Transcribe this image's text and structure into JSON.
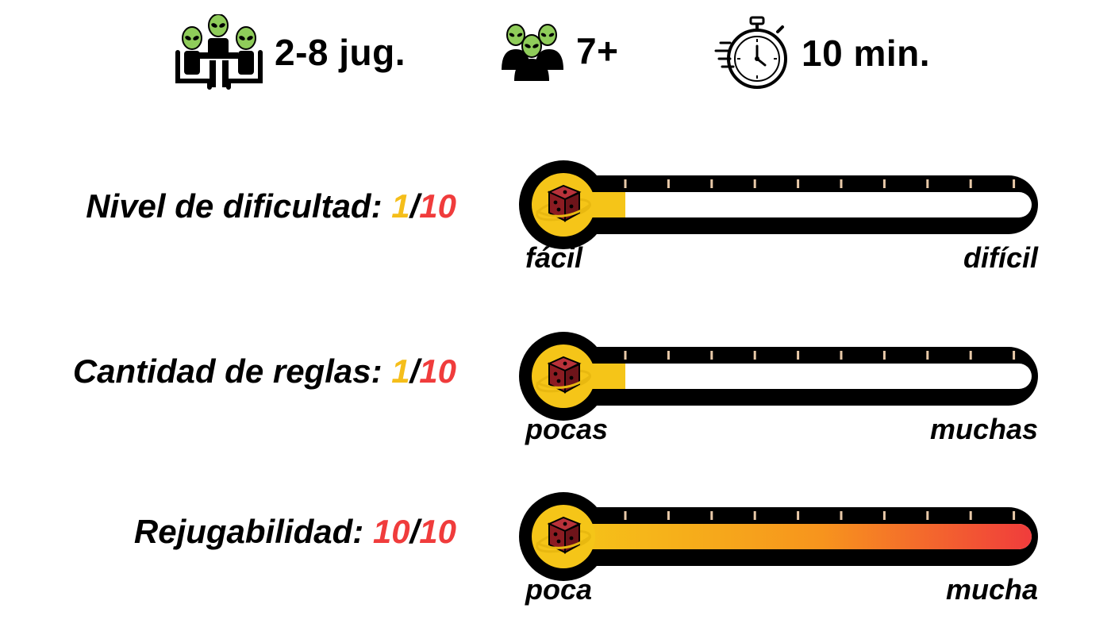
{
  "stats": {
    "players": {
      "icon": "players-at-table-icon",
      "text": "2-8 jug."
    },
    "age": {
      "icon": "alien-group-icon",
      "text": "7+"
    },
    "time": {
      "icon": "stopwatch-icon",
      "text": "10 min."
    }
  },
  "ratings": [
    {
      "label": "Nivel de dificultad: ",
      "score": "1",
      "slash": "/",
      "max": "10",
      "value": 1,
      "min_label": "fácil",
      "max_label": "difícil",
      "score_color": "#f5be1a"
    },
    {
      "label": "Cantidad de reglas: ",
      "score": "1",
      "slash": "/",
      "max": "10",
      "value": 1,
      "min_label": "pocas",
      "max_label": "muchas",
      "score_color": "#f5be1a"
    },
    {
      "label": "Rejugabilidad: ",
      "score": "10",
      "slash": "/",
      "max": "10",
      "value": 10,
      "min_label": "poca",
      "max_label": "mucha",
      "score_color": "#f03c3c"
    }
  ],
  "colors": {
    "alien_green": "#8fcc5a",
    "bar_yellow": "#f5c518",
    "bar_red": "#f03c3c",
    "bar_dark": "#000000",
    "tick": "#e8c9a8",
    "die_red": "#8c1c22",
    "ring_gold": "#e8b810"
  },
  "meter_icon": "dice-with-ring-icon"
}
